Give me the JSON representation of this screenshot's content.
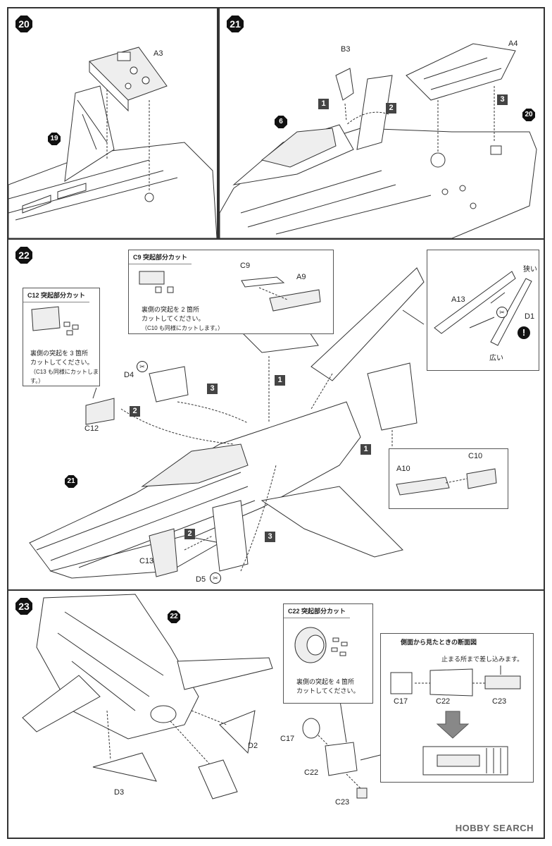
{
  "steps": {
    "s20": {
      "num": "20",
      "parts": {
        "a3": "A3"
      },
      "ref": "19"
    },
    "s21": {
      "num": "21",
      "parts": {
        "b3": "B3",
        "a4": "A4"
      },
      "refs": {
        "six": "6",
        "twenty": "20"
      },
      "seq": [
        "1",
        "2",
        "3"
      ]
    },
    "s22": {
      "num": "22",
      "c9_box": {
        "title": "C9 突起部分カット",
        "c9": "C9",
        "a9": "A9",
        "note_line1": "裏側の突起を 2 箇所",
        "note_line2": "カットしてください。",
        "note_line3": "（C10 も同様にカットします。）"
      },
      "c12_box": {
        "title": "C12 突起部分カット",
        "note_line1": "裏側の突起を 3 箇所",
        "note_line2": "カットしてください。",
        "note_line3": "（C13 も同様にカットします。）"
      },
      "d1_box": {
        "a13": "A13",
        "d1": "D1",
        "narrow": "狭い",
        "wide": "広い",
        "warn": "!"
      },
      "a10_box": {
        "a10": "A10",
        "c10": "C10"
      },
      "parts": {
        "d4": "D4",
        "c12": "C12",
        "c13": "C13",
        "d5": "D5"
      },
      "ref": "21",
      "seq": {
        "one_a": "1",
        "one_b": "1",
        "two_a": "2",
        "two_b": "2",
        "three_a": "3",
        "three_b": "3"
      }
    },
    "s23": {
      "num": "23",
      "ref": "22",
      "parts": {
        "d2": "D2",
        "d3": "D3"
      },
      "c22_box": {
        "title": "C22 突起部分カット",
        "note_line1": "裏側の突起を 4 箇所",
        "note_line2": "カットしてください。"
      },
      "exploded": {
        "c17": "C17",
        "c22": "C22",
        "c23": "C23"
      },
      "section_box": {
        "title": "側面から見たときの断面図",
        "insert_note": "止まる所まで差し込みます。",
        "c17": "C17",
        "c22": "C22",
        "c23": "C23"
      }
    }
  },
  "watermark": "HOBBY SEARCH",
  "icons": {
    "decal": "decal-icon",
    "warning": "warning-icon",
    "step": "step-badge",
    "arrow": "down-arrow-icon"
  }
}
